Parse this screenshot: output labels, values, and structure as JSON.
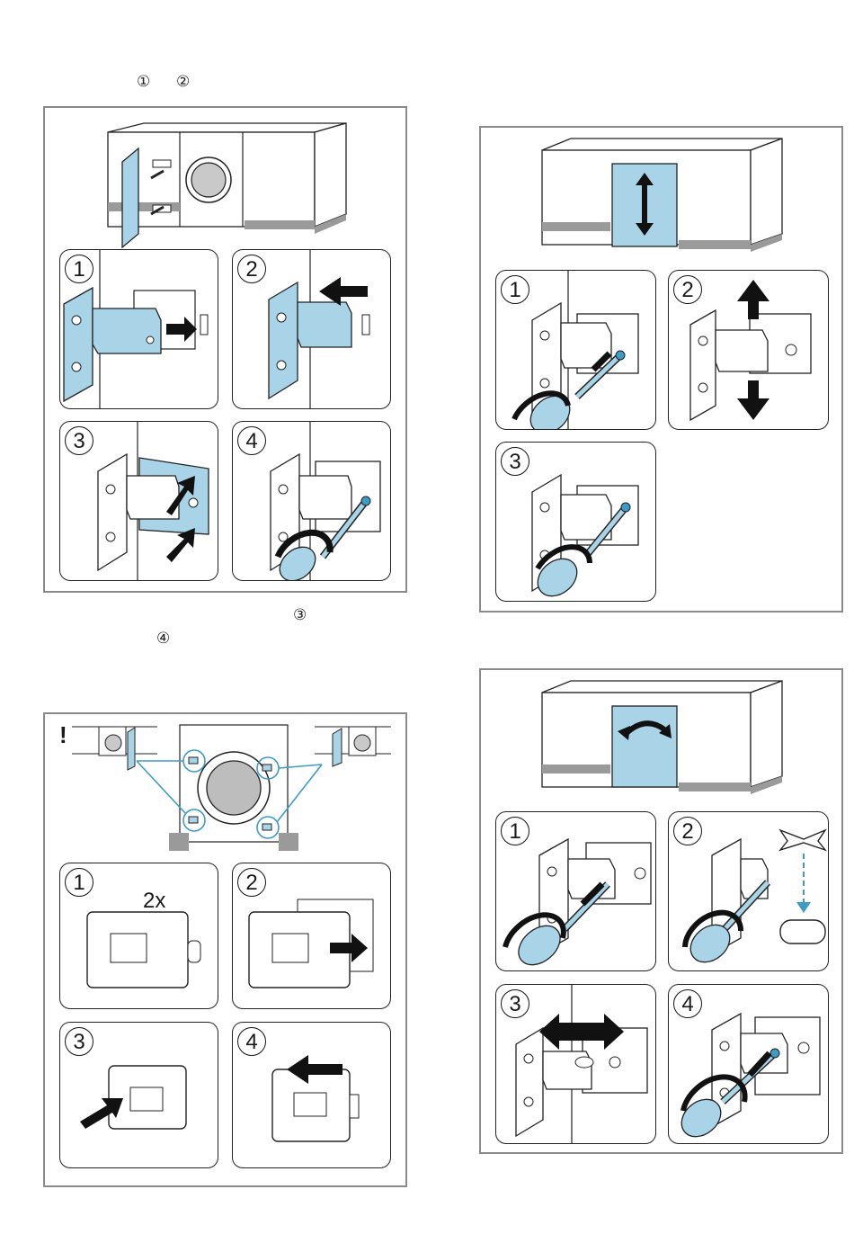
{
  "intro_markers": [
    "①",
    "②"
  ],
  "mid_markers": [
    "③",
    "④"
  ],
  "colors": {
    "accent_blue": "#a9d4e8",
    "blue_outline": "#3d9cc7",
    "frame_gray": "#8a8a8a",
    "line": "#222222",
    "floor_gray": "#9a9a9a"
  },
  "figure_a": {
    "steps": [
      "1",
      "2",
      "3",
      "4"
    ]
  },
  "figure_b": {
    "steps": [
      "1",
      "2",
      "3"
    ]
  },
  "figure_c": {
    "warning": "!",
    "count": "2x",
    "steps": [
      "1",
      "2",
      "3",
      "4"
    ]
  },
  "figure_d": {
    "steps": [
      "1",
      "2",
      "3",
      "4"
    ]
  },
  "icons": [
    "door-hinge-icon",
    "screwdriver-icon",
    "arrow-icon",
    "hinge-plate-icon",
    "magnet-block-icon",
    "washer-icon"
  ]
}
